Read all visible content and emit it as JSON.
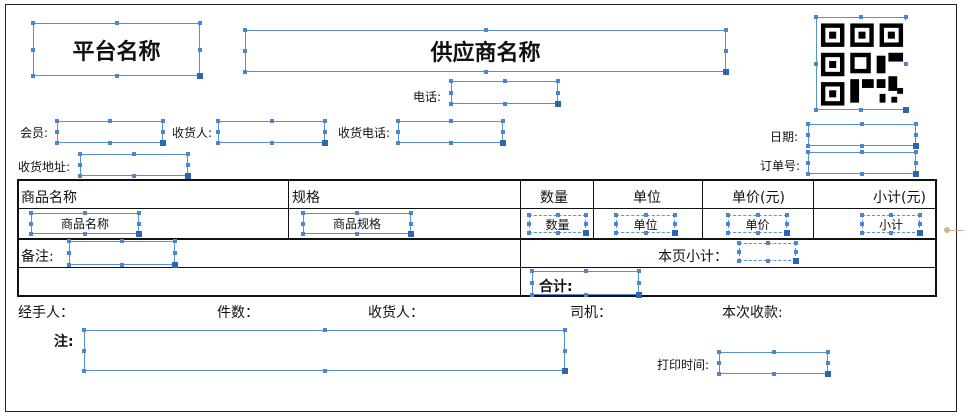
{
  "header": {
    "platform_name": "平台名称",
    "supplier_name": "供应商名称",
    "phone_label": "电话:"
  },
  "info": {
    "member_label": "会员:",
    "receiver_label": "收货人:",
    "receiver_phone_label": "收货电话:",
    "address_label": "收货地址:",
    "date_label": "日期:",
    "order_no_label": "订单号:"
  },
  "table": {
    "headers": [
      "商品名称",
      "规格",
      "数量",
      "单位",
      "单价(元)",
      "小计(元)"
    ],
    "row": [
      "商品名称",
      "商品规格",
      "数量",
      "单位",
      "单价",
      "小计"
    ],
    "remark_label": "备注:",
    "page_subtotal_label": "本页小计：",
    "total_label": "合计:"
  },
  "footer": {
    "handler_label": "经手人：",
    "pieces_label": "件数：",
    "receiver_label": "收货人：",
    "driver_label": "司机：",
    "payment_label": "本次收款:",
    "note_label": "注:",
    "print_time_label": "打印时间:"
  },
  "colors": {
    "selection": "#5b8fd0",
    "handle": "#4a86d1",
    "border": "#111111"
  },
  "icons": {
    "qr": "qr-code-icon"
  }
}
